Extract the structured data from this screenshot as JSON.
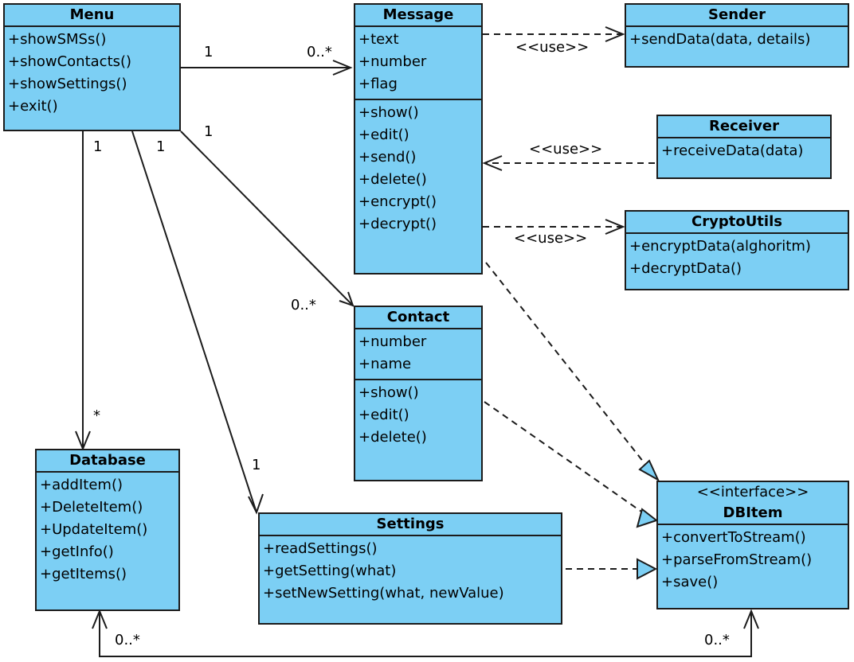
{
  "classes": {
    "menu": {
      "name": "Menu",
      "attributes": [],
      "operations": [
        "+showSMSs()",
        "+showContacts()",
        "+showSettings()",
        "+exit()"
      ]
    },
    "message": {
      "name": "Message",
      "attributes": [
        "+text",
        "+number",
        "+flag"
      ],
      "operations": [
        "+show()",
        "+edit()",
        "+send()",
        "+delete()",
        "+encrypt()",
        "+decrypt()"
      ]
    },
    "sender": {
      "name": "Sender",
      "attributes": [],
      "operations": [
        "+sendData(data, details)"
      ]
    },
    "receiver": {
      "name": "Receiver",
      "attributes": [],
      "operations": [
        "+receiveData(data)"
      ]
    },
    "cryptoutils": {
      "name": "CryptoUtils",
      "attributes": [],
      "operations": [
        "+encryptData(alghoritm)",
        "+decryptData()"
      ]
    },
    "contact": {
      "name": "Contact",
      "attributes": [
        "+number",
        "+name"
      ],
      "operations": [
        "+show()",
        "+edit()",
        "+delete()"
      ]
    },
    "database": {
      "name": "Database",
      "attributes": [],
      "operations": [
        "+addItem()",
        "+DeleteItem()",
        "+UpdateItem()",
        "+getInfo()",
        "+getItems()"
      ]
    },
    "settings": {
      "name": "Settings",
      "attributes": [],
      "operations": [
        "+readSettings()",
        "+getSetting(what)",
        "+setNewSetting(what, newValue)"
      ]
    },
    "dbitem": {
      "stereotype": "<<interface>>",
      "name": "DBItem",
      "attributes": [],
      "operations": [
        "+convertToStream()",
        "+parseFromStream()",
        "+save()"
      ]
    }
  },
  "relations": [
    {
      "id": "menu-message",
      "type": "association",
      "source_mult": "1",
      "target_mult": "0..*"
    },
    {
      "id": "menu-contact",
      "type": "association",
      "source_mult": "1",
      "target_mult": "0..*"
    },
    {
      "id": "menu-database",
      "type": "association",
      "source_mult": "1",
      "target_mult": "*"
    },
    {
      "id": "menu-settings",
      "type": "association",
      "source_mult": "1",
      "target_mult": "1"
    },
    {
      "id": "message-sender",
      "type": "dependency",
      "label": "<<use>>"
    },
    {
      "id": "receiver-message",
      "type": "dependency",
      "label": "<<use>>"
    },
    {
      "id": "message-cryptoutils",
      "type": "dependency",
      "label": "<<use>>"
    },
    {
      "id": "message-dbitem",
      "type": "realization"
    },
    {
      "id": "contact-dbitem",
      "type": "realization"
    },
    {
      "id": "settings-dbitem",
      "type": "realization"
    },
    {
      "id": "dbitem-database",
      "type": "association",
      "source_mult": "0..*",
      "target_mult": "0..*"
    }
  ],
  "colors": {
    "class_fill": "#7ccff4",
    "border": "#1b1b1b",
    "line": "#1b1b1b"
  }
}
